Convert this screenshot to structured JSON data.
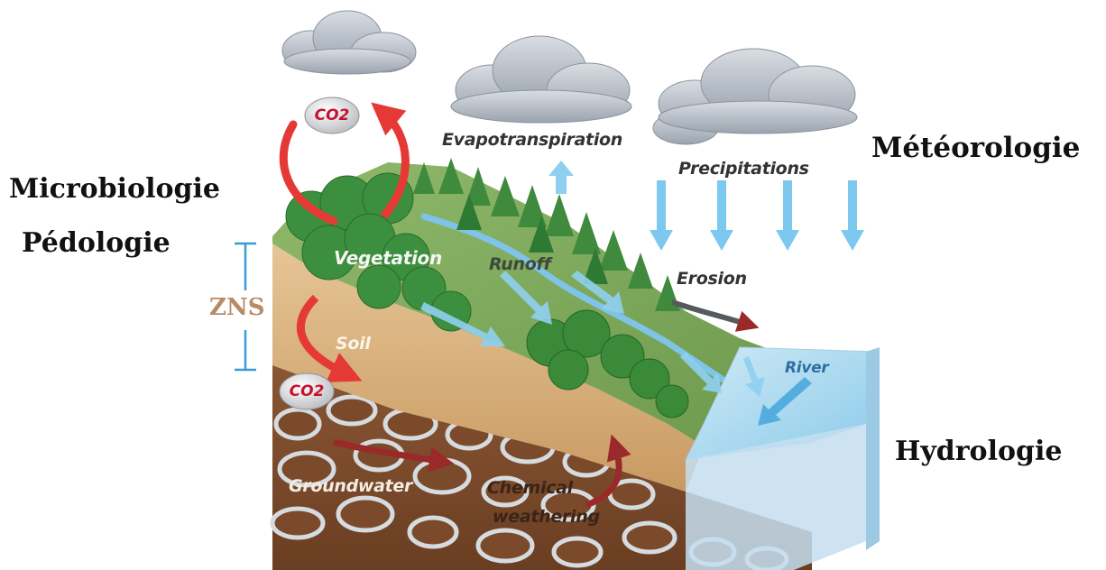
{
  "side_labels": {
    "microbiologie": "Microbiologie",
    "pedologie": "Pédologie",
    "meteorologie": "Météorologie",
    "hydrologie": "Hydrologie",
    "zns": "ZNS"
  },
  "processes": {
    "evapotranspiration": "Evapotranspiration",
    "precipitations": "Precipitations",
    "runoff": "Runoff",
    "erosion": "Erosion",
    "vegetation": "Vegetation",
    "soil": "Soil",
    "river": "River",
    "groundwater": "Groundwater",
    "chemical_weathering_line1": "Chemical",
    "chemical_weathering_line2": "weathering"
  },
  "co2": {
    "top": "CO2",
    "bottom": "CO2"
  },
  "colors": {
    "zns_label": "#b88a66",
    "zns_bracket": "#3a9bd0",
    "co2_text": "#c8102e",
    "carbon_arrow": "#e53935",
    "water_arrow": "#7cc8ee",
    "river": "#9fd3ee",
    "soil": "#d9b584",
    "bedrock": "#7a4a2c",
    "forest": "#3f8a3c"
  }
}
